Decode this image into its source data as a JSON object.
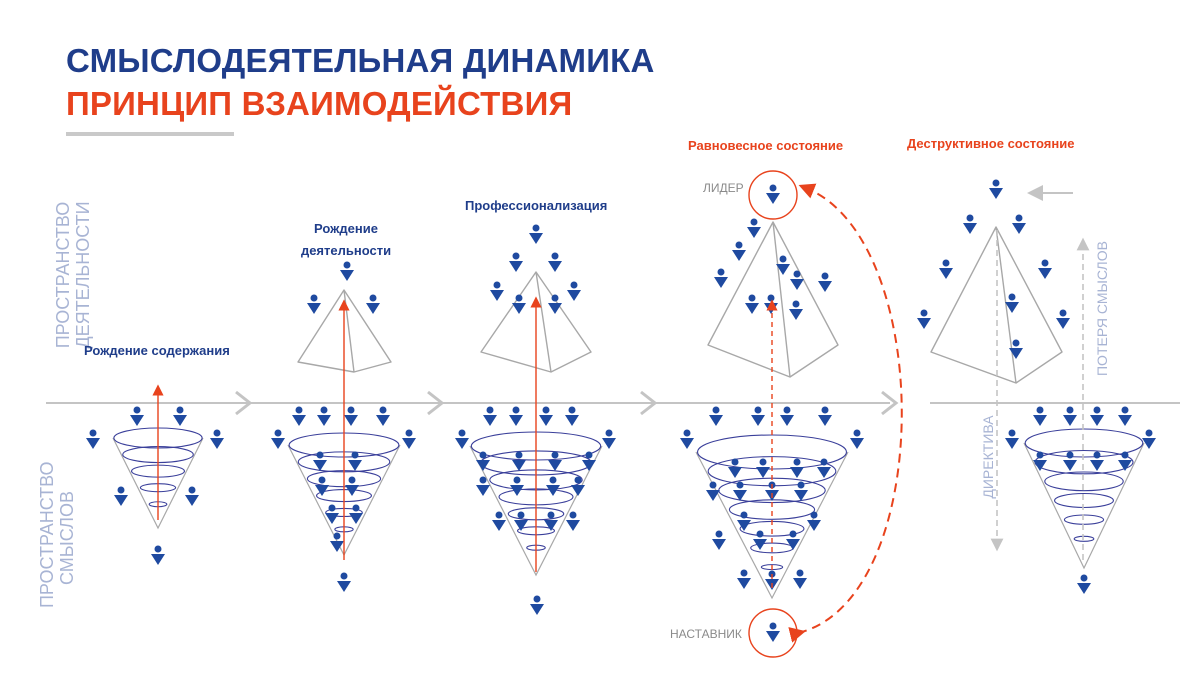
{
  "title": {
    "line1": "СМЫСЛОДЕЯТЕЛЬНАЯ ДИНАМИКА",
    "line2": "ПРИНЦИП ВЗАИМОДЕЙСТВИЯ"
  },
  "axes": {
    "upper_space": [
      "ПРОСТРАНСТВО",
      "ДЕЯТЕЛЬНОСТИ"
    ],
    "lower_space": [
      "ПРОСТРАНСТВО",
      "СМЫСЛОВ"
    ]
  },
  "stages": [
    {
      "label": "Рождение содержания"
    },
    {
      "label": [
        "Рождение",
        "деятельности"
      ]
    },
    {
      "label": "Профессионализация"
    },
    {
      "label": "Равновесное состояние"
    },
    {
      "label": "Деструктивное состояние"
    }
  ],
  "roles": {
    "leader": "ЛИДЕР",
    "mentor": "НАСТАВНИК"
  },
  "annotations": {
    "directive": "ДИРЕКТИВА",
    "meaning_loss": "ПОТЕРЯ СМЫСЛОВ"
  },
  "colors": {
    "navy": "#1f3d8a",
    "accent": "#e8431d",
    "axis": "#c4c4c4",
    "muted_label": "#a8b4d4",
    "figure": "#1f4aa0",
    "outline": "#a8a8a8"
  },
  "icons": {
    "person": "person-icon",
    "chevron": "chevron-right-icon",
    "left_arrow": "arrow-left-icon"
  }
}
